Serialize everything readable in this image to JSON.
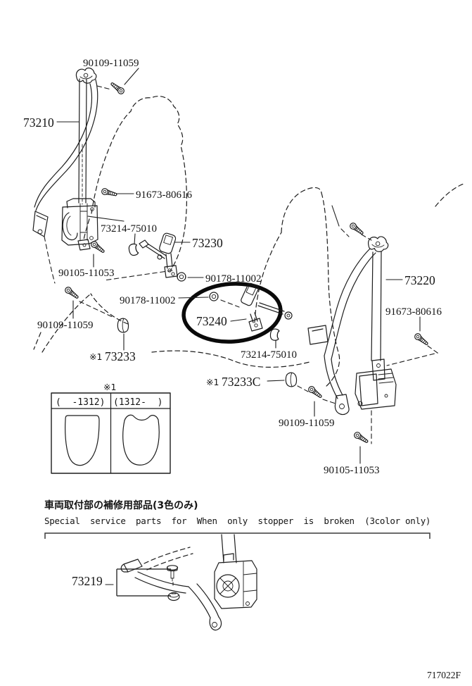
{
  "figure": {
    "doc_code": "717022F",
    "ref_mark": "※1",
    "callouts": {
      "bolt_top": "90109-11059",
      "belt_outer_front_left": "73210",
      "screw_upper": "91673-80616",
      "clip_upper": "73214-75010",
      "belt_inner_front": "73230",
      "bolt_anchor_left": "90105-11053",
      "nut_upper": "90178-11002",
      "nut_lower": "90178-11002",
      "belt_inner_front_rh": "73240",
      "bolt_lap_left": "90109-11059",
      "cover_lh": "73233",
      "clip_lower": "73214-75010",
      "belt_outer_front_right": "73220",
      "screw_lower": "91673-80616",
      "cover_rh": "73233C",
      "bolt_lap_right": "90109-11059",
      "bolt_anchor_right": "90105-11053",
      "stopper_kit": "73219"
    },
    "variant_table": {
      "columns": [
        "(  -1312)",
        "(1312-  )"
      ]
    },
    "service_note": {
      "jp": "車両取付部の補修用部品(3色のみ)",
      "en": "Special  service  parts  for  When  only  stopper  is  broken  (3color only)"
    }
  }
}
